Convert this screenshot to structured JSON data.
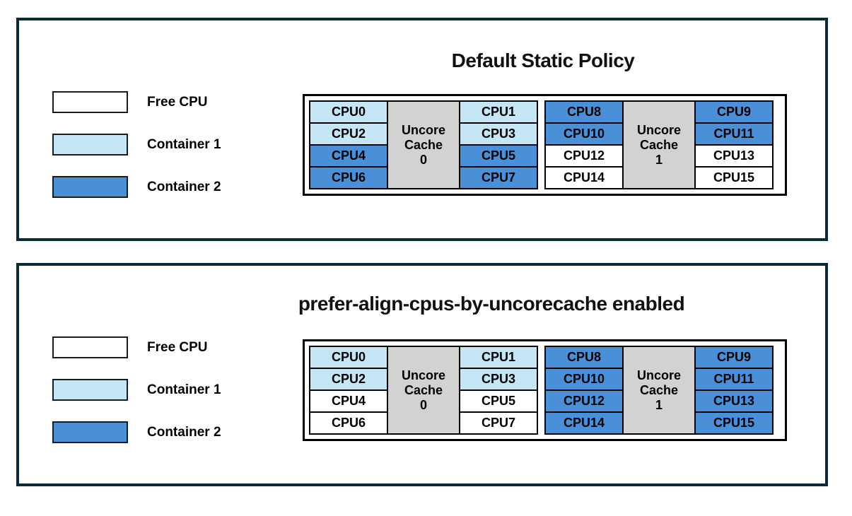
{
  "colors": {
    "free": "#FFFFFF",
    "container1": "#C5E6F5",
    "container2": "#4A90D8",
    "cache": "#D2D2D2",
    "panel_border": "#0A2A3A",
    "cell_border": "#000000",
    "text": "#000000"
  },
  "legend": [
    {
      "label": "Free CPU",
      "state": "free"
    },
    {
      "label": "Container 1",
      "state": "container1"
    },
    {
      "label": "Container 2",
      "state": "container2"
    }
  ],
  "panels": [
    {
      "title": "Default Static Policy",
      "groups": [
        {
          "cache_lines": [
            "Uncore",
            "Cache",
            "0"
          ],
          "left": [
            {
              "label": "CPU0",
              "state": "container1"
            },
            {
              "label": "CPU2",
              "state": "container1"
            },
            {
              "label": "CPU4",
              "state": "container2"
            },
            {
              "label": "CPU6",
              "state": "container2"
            }
          ],
          "right": [
            {
              "label": "CPU1",
              "state": "container1"
            },
            {
              "label": "CPU3",
              "state": "container1"
            },
            {
              "label": "CPU5",
              "state": "container2"
            },
            {
              "label": "CPU7",
              "state": "container2"
            }
          ]
        },
        {
          "cache_lines": [
            "Uncore",
            "Cache",
            "1"
          ],
          "left": [
            {
              "label": "CPU8",
              "state": "container2"
            },
            {
              "label": "CPU10",
              "state": "container2"
            },
            {
              "label": "CPU12",
              "state": "free"
            },
            {
              "label": "CPU14",
              "state": "free"
            }
          ],
          "right": [
            {
              "label": "CPU9",
              "state": "container2"
            },
            {
              "label": "CPU11",
              "state": "container2"
            },
            {
              "label": "CPU13",
              "state": "free"
            },
            {
              "label": "CPU15",
              "state": "free"
            }
          ]
        }
      ]
    },
    {
      "title": "prefer-align-cpus-by-uncorecache enabled",
      "groups": [
        {
          "cache_lines": [
            "Uncore",
            "Cache",
            "0"
          ],
          "left": [
            {
              "label": "CPU0",
              "state": "container1"
            },
            {
              "label": "CPU2",
              "state": "container1"
            },
            {
              "label": "CPU4",
              "state": "free"
            },
            {
              "label": "CPU6",
              "state": "free"
            }
          ],
          "right": [
            {
              "label": "CPU1",
              "state": "container1"
            },
            {
              "label": "CPU3",
              "state": "container1"
            },
            {
              "label": "CPU5",
              "state": "free"
            },
            {
              "label": "CPU7",
              "state": "free"
            }
          ]
        },
        {
          "cache_lines": [
            "Uncore",
            "Cache",
            "1"
          ],
          "left": [
            {
              "label": "CPU8",
              "state": "container2"
            },
            {
              "label": "CPU10",
              "state": "container2"
            },
            {
              "label": "CPU12",
              "state": "container2"
            },
            {
              "label": "CPU14",
              "state": "container2"
            }
          ],
          "right": [
            {
              "label": "CPU9",
              "state": "container2"
            },
            {
              "label": "CPU11",
              "state": "container2"
            },
            {
              "label": "CPU13",
              "state": "container2"
            },
            {
              "label": "CPU15",
              "state": "container2"
            }
          ]
        }
      ]
    }
  ]
}
